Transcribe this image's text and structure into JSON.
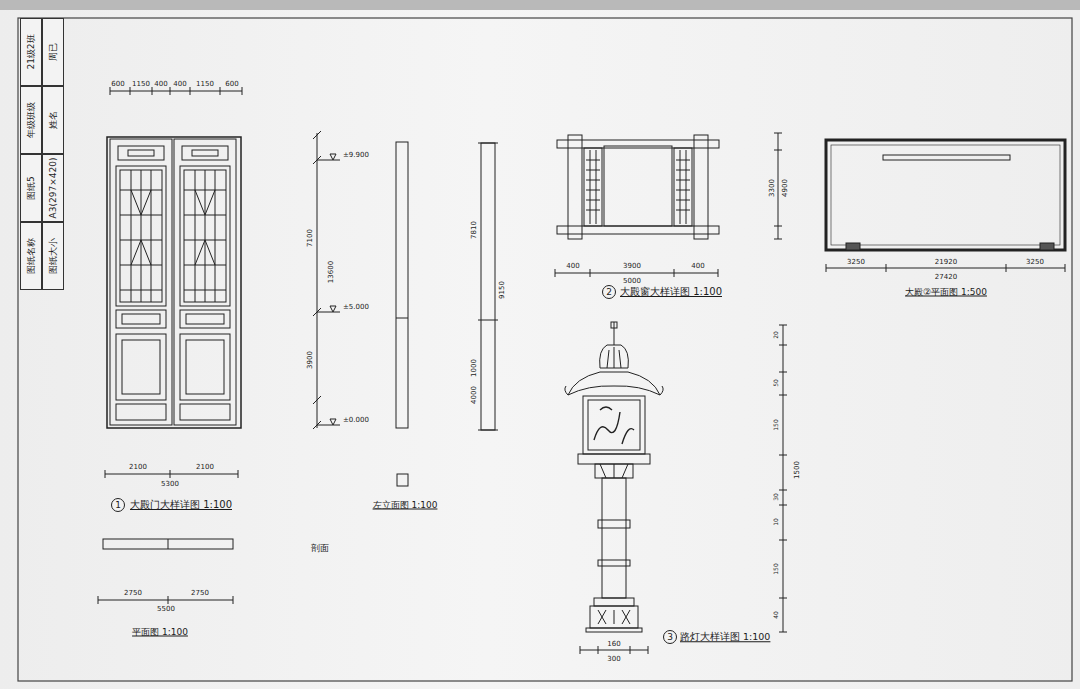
{
  "diagram": {
    "nodes": [
      {
        "text": [
          "图纸名称"
        ]
      },
      {
        "text": [
          "图纸5"
        ]
      },
      {
        "text": [
          "年级班级"
        ]
      },
      {
        "text": [
          "21级2班"
        ]
      },
      {
        "text": [
          "图纸大小"
        ]
      },
      {
        "text": [
          "A3(297×420)"
        ]
      },
      {
        "text": [
          "姓名"
        ]
      },
      {
        "text": [
          "周已"
        ]
      },
      {
        "text": [
          "1"
        ]
      },
      {
        "text": [
          "2"
        ]
      },
      {
        "text": [
          "3"
        ]
      }
    ],
    "labels": [
      "600",
      "1150",
      "400",
      "400",
      "1150",
      "600",
      "2100",
      "2100",
      "5300",
      "大殿门大样详图 1:100",
      "2750",
      "2750",
      "5500",
      "平面图 1:100",
      "±9.900",
      "7100",
      "13600",
      "±5.000",
      "3900",
      "±0.000",
      "剖面",
      "左立面图 1:100",
      "7810",
      "9150",
      "1000",
      "4000",
      "400",
      "3900",
      "400",
      "5000",
      "3300",
      "4900",
      "大殿窗大样详图 1:100",
      "3250",
      "21920",
      "3250",
      "27420",
      "大殿②平面图 1:500",
      "路灯大样详图 1:100",
      "160",
      "300",
      "1500",
      "20",
      "50",
      "150",
      "30",
      "10",
      "150",
      "40"
    ]
  }
}
